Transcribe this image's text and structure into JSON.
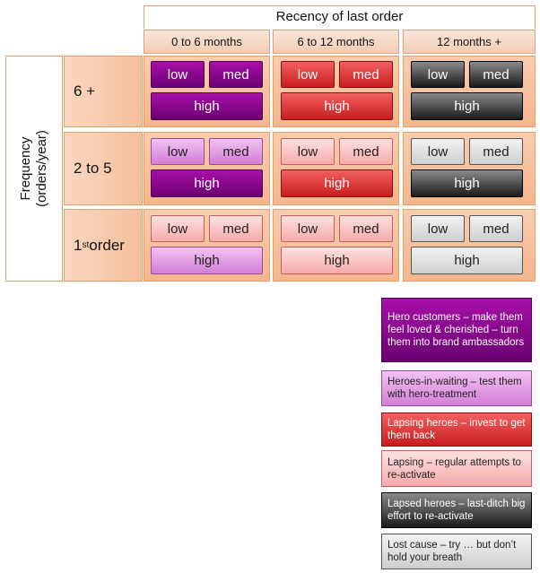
{
  "header": {
    "recency_title": "Recency of last order"
  },
  "columns": [
    "0 to 6 months",
    "6 to 12 months",
    "12 months +"
  ],
  "frequency_label": {
    "line1": "Frequency",
    "line2": "(orders/year)"
  },
  "rows": [
    {
      "label": "6 +",
      "sup": "",
      "suffix": ""
    },
    {
      "label": "2 to 5",
      "sup": "",
      "suffix": ""
    },
    {
      "label": "1",
      "sup": "st",
      "suffix": " order"
    }
  ],
  "button_labels": {
    "low": "low",
    "med": "med",
    "high": "high"
  },
  "legend": [
    {
      "text": "Hero customers – make them feel loved & cherished – turn them into brand ambassadors",
      "style": "hero"
    },
    {
      "text": "Heroes-in-waiting – test them with  hero-treatment",
      "style": "wait"
    },
    {
      "text": "Lapsing heroes – invest to get them back",
      "style": "lapsh"
    },
    {
      "text": "Lapsing – regular attempts to re-activate",
      "style": "lapsing"
    },
    {
      "text": "Lapsed heroes – last-ditch big effort to re-activate",
      "style": "lapsed"
    },
    {
      "text": "Lost cause – try … but don’t hold your breath",
      "style": "lost"
    }
  ],
  "colors": {
    "hero": "#8a0a8e",
    "wait": "#e5a3e6",
    "lapsh": "#e03a3a",
    "lapsing": "#fac4c4",
    "lapsed": "#3a3a3a",
    "lost": "#e0e0e0",
    "cell": "#f6c29e",
    "border": "#e6a06a"
  }
}
